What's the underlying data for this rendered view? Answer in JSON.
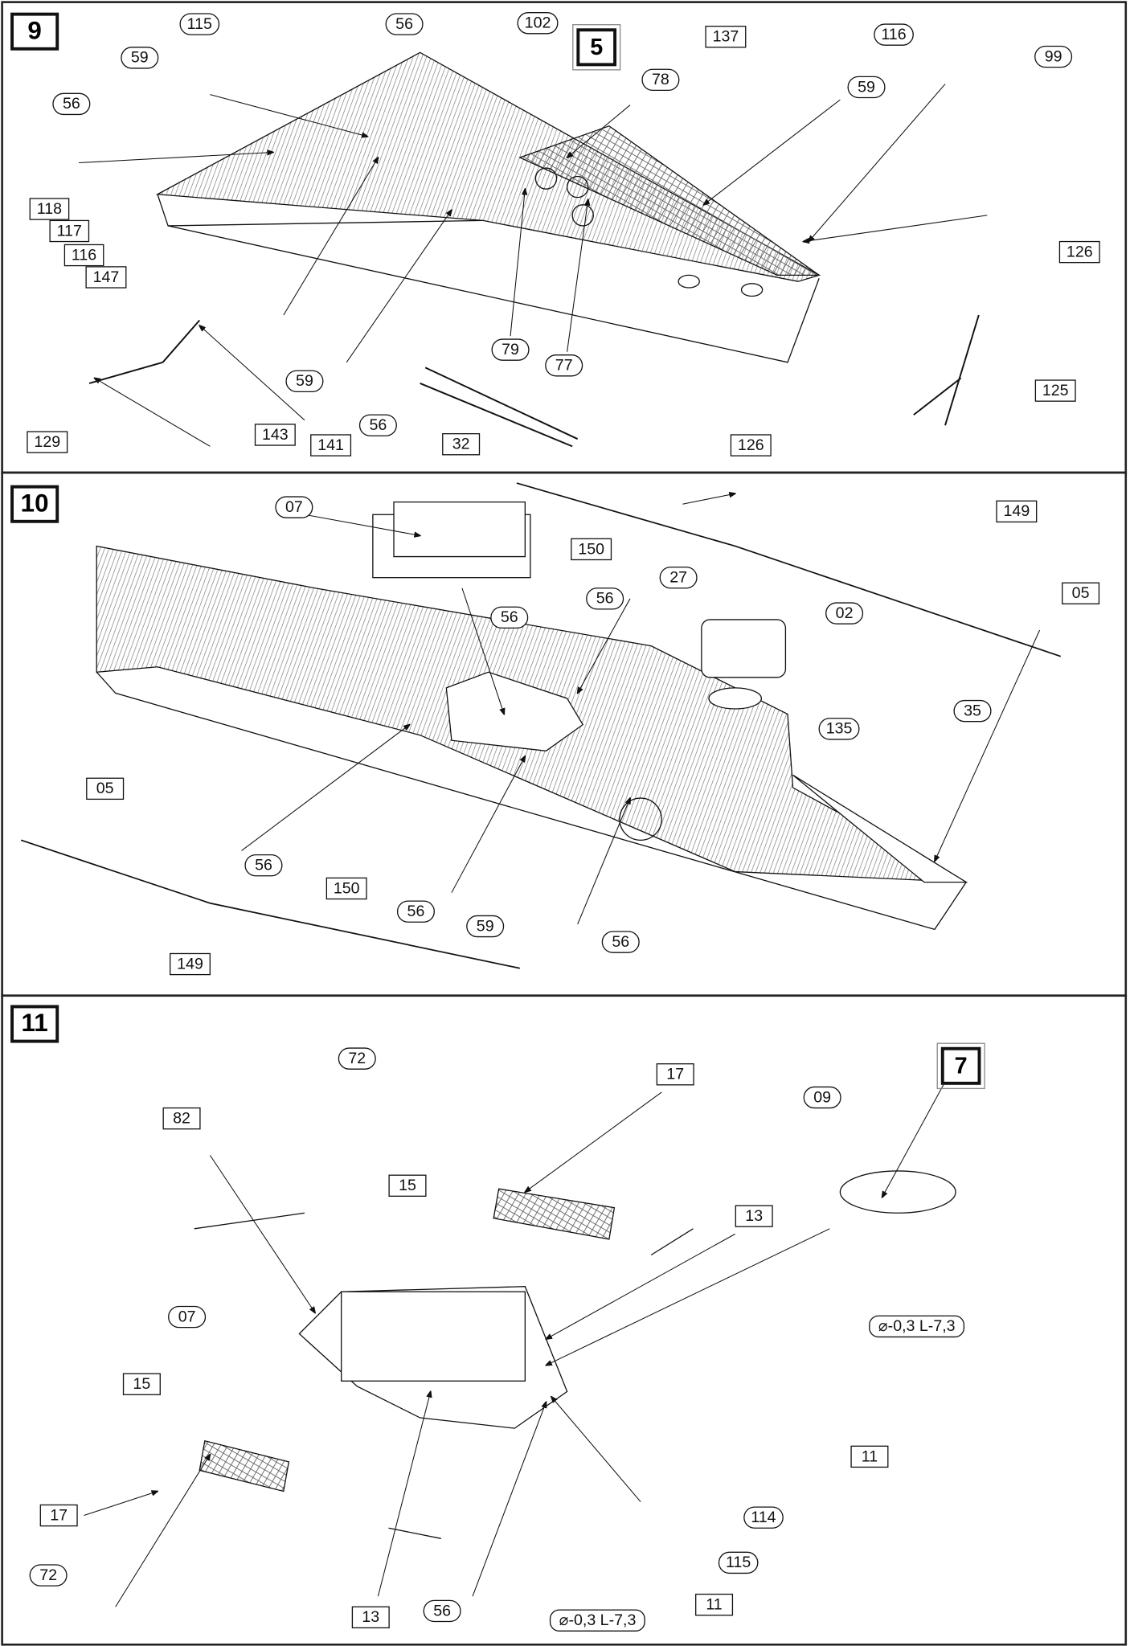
{
  "steps": [
    "9",
    "10",
    "11"
  ],
  "panel9": {
    "labels": [
      "115",
      "56",
      "102",
      "5",
      "137",
      "116",
      "99",
      "59",
      "78",
      "59",
      "56",
      "118",
      "117",
      "116",
      "147",
      "126",
      "79",
      "77",
      "59",
      "125",
      "56",
      "129",
      "143",
      "141",
      "32",
      "126"
    ]
  },
  "panel10": {
    "labels": [
      "07",
      "150",
      "27",
      "56",
      "56",
      "02",
      "05",
      "149",
      "35",
      "135",
      "05",
      "56",
      "150",
      "56",
      "59",
      "56",
      "149"
    ]
  },
  "panel11": {
    "labels": [
      "72",
      "17",
      "7",
      "09",
      "82",
      "15",
      "13",
      "07",
      "⌀-0,3 L-7,3",
      "15",
      "11",
      "17",
      "114",
      "115",
      "72",
      "13",
      "56",
      "11",
      "⌀-0,3 L-7,3"
    ]
  },
  "colors": {
    "line": "#111111",
    "panel_border": "#222222",
    "deck_hatch": "#888888"
  }
}
